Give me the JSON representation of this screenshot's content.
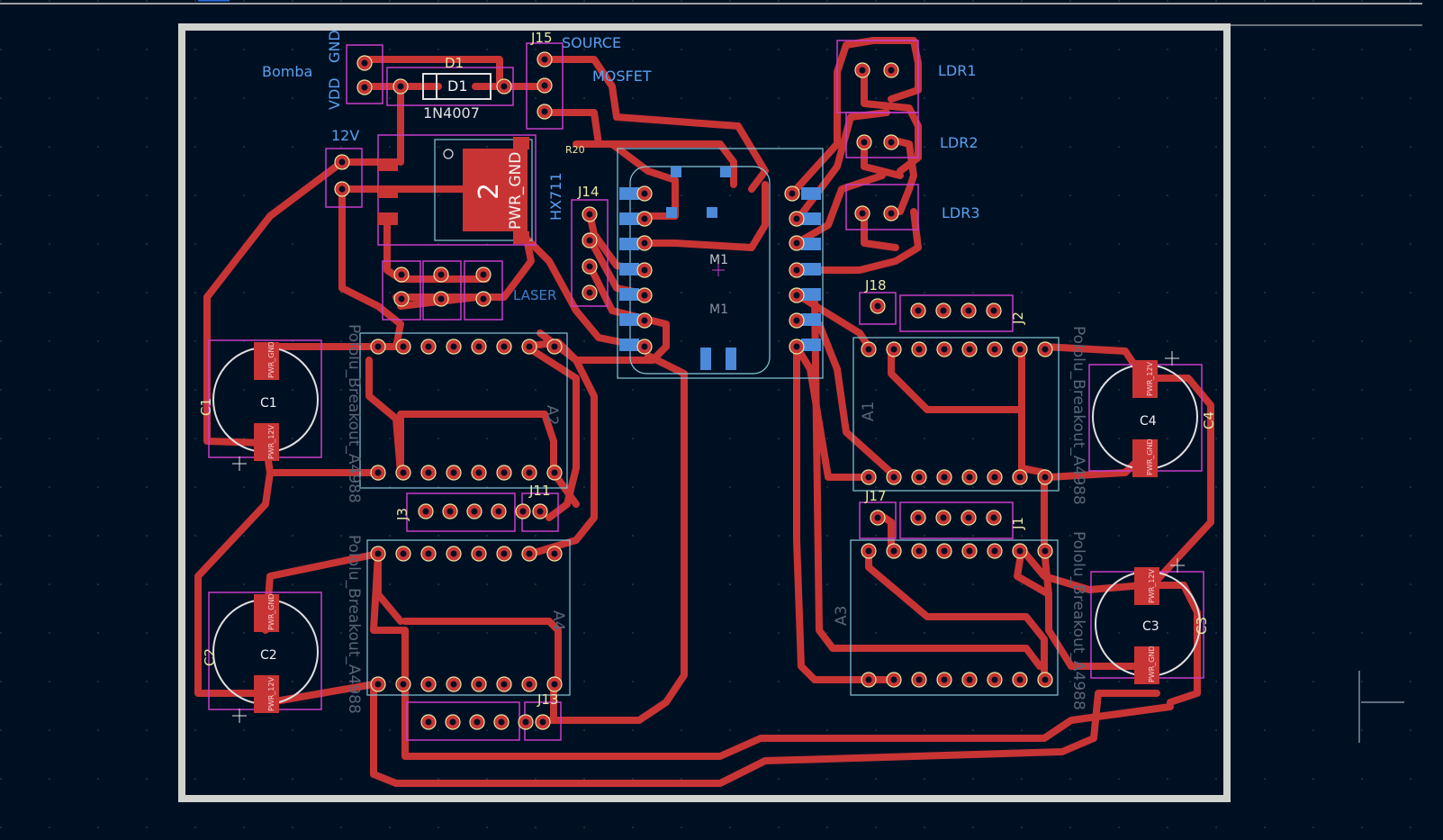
{
  "labels": {
    "bomba": "Bomba",
    "gnd": "GND",
    "vdd": "VDD",
    "v12": "12V",
    "d1": "D1",
    "d1_value": "1N4007",
    "j15": "J15",
    "source": "SOURCE",
    "mosfet": "MOSFET",
    "pwr_gnd": "PWR_GND",
    "pin2": "2",
    "hx711": "HX711",
    "j14": "J14",
    "laser": "LASER",
    "r20": "R20",
    "m1": "M1",
    "ldr1": "LDR1",
    "ldr2": "LDR2",
    "ldr3": "LDR3",
    "j18": "J18",
    "j2": "J2",
    "j17": "J17",
    "j1": "J1",
    "j11": "J11",
    "j3": "J3",
    "j13": "J13",
    "a1": "A1",
    "a2": "A2",
    "a3": "A3",
    "a4": "A4",
    "c1": "C1",
    "c2": "C2",
    "c3": "C3",
    "c4": "C4",
    "pololu": "Pololu_Breakout_A4988",
    "pwr_12v": "PWR_12V"
  },
  "colors": {
    "background": "#001023",
    "copper": "#c83434",
    "board_edge": "#d0d2cd",
    "silk_ref": "#e8e8a0",
    "fab_blue": "#4a8ad8",
    "courtyard": "#c83cc8",
    "outline": "#86c8d8"
  }
}
